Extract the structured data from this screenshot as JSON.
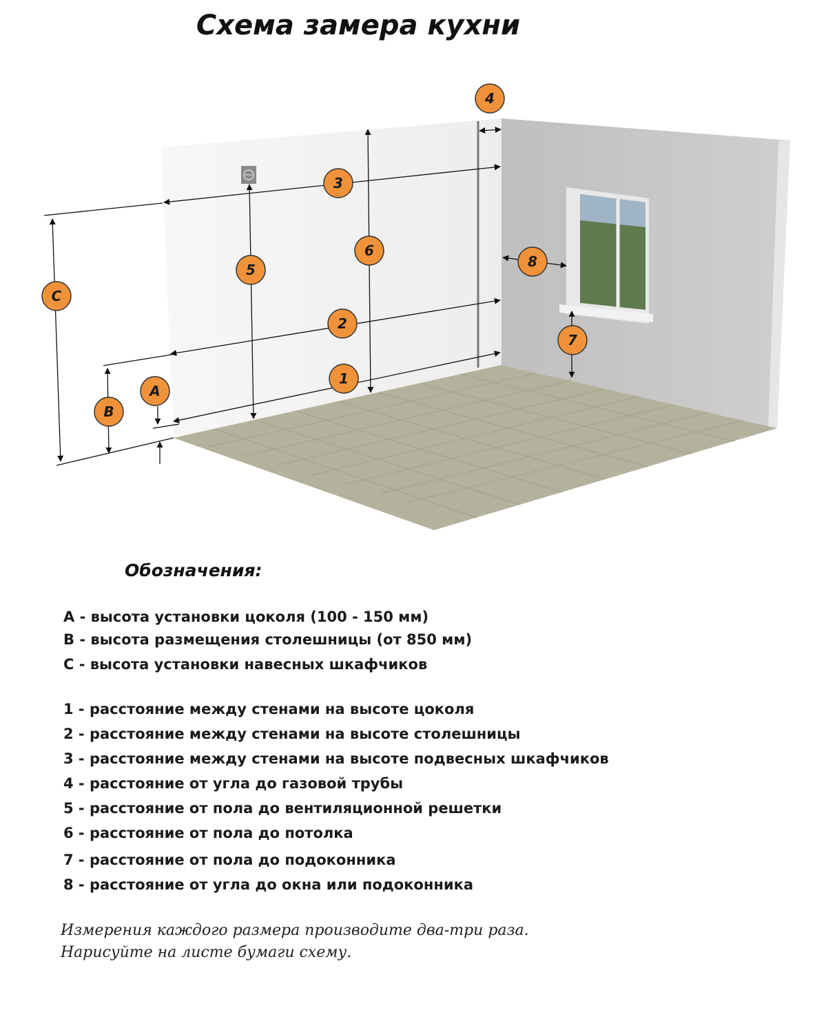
{
  "title": "Схема замера кухни",
  "colors": {
    "marker_fill": "#f0923a",
    "marker_stroke": "#333333",
    "left_wall": "#f4f4f4",
    "right_wall": "#c9c9c9",
    "floor": "#b4b29c"
  },
  "markers": [
    "A",
    "B",
    "C",
    "1",
    "2",
    "3",
    "4",
    "5",
    "6",
    "7",
    "8"
  ],
  "legend": {
    "heading": "Обозначения:",
    "items_letters": [
      {
        "key": "А",
        "text": " - высота установки цоколя (100 - 150 мм)"
      },
      {
        "key": "В",
        "text": " - высота размещения столешницы (от 850 мм)"
      },
      {
        "key": "С",
        "text": " - высота установки навесных шкафчиков"
      }
    ],
    "items_numbers": [
      {
        "key": "1",
        "text": " - расстояние между стенами на высоте цоколя"
      },
      {
        "key": "2",
        "text": " - расстояние между стенами на высоте столешницы"
      },
      {
        "key": "3",
        "text": " - расстояние между стенами на высоте подвесных шкафчиков"
      },
      {
        "key": "4",
        "text": " - расстояние от угла до газовой трубы"
      },
      {
        "key": "5",
        "text": " - расстояние от пола до вентиляционной решетки"
      },
      {
        "key": "6",
        "text": " - расстояние от пола до потолка"
      },
      {
        "key": "7",
        "text": " - расстояние от пола до подоконника"
      },
      {
        "key": "8",
        "text": " - расстояние от угла до окна или подоконника"
      }
    ]
  },
  "note": {
    "line1": "Измерения каждого размера производите два-три раза.",
    "line2": "Нарисуйте на листе бумаги  схему."
  }
}
